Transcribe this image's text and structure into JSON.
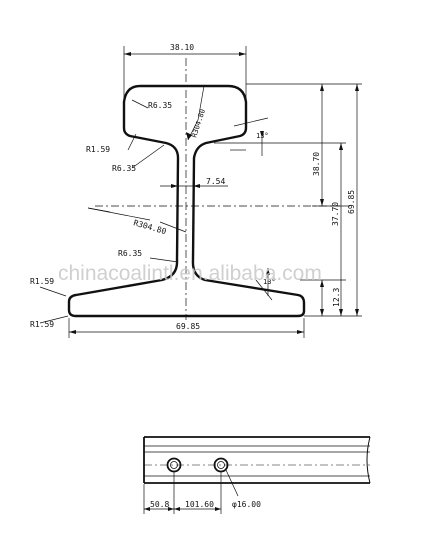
{
  "drawing": {
    "top_width": "38.10",
    "head_radius": "R6.35",
    "web_radius": "R304.80",
    "web_radius_lower": "R304.80",
    "head_angle": "13°",
    "r1_upper_left": "R1.59",
    "r2_upper_left": "R6.35",
    "web_thickness": "7.54",
    "head_height": "38.70",
    "center_height": "37.70",
    "total_height": "69.85",
    "base_fillet": "R6.35",
    "base_angle": "13°",
    "base_r_left_top": "R1.59",
    "base_r_left_bottom": "R1.59",
    "base_thickness": "12.3",
    "base_width": "69.85"
  },
  "side_view": {
    "hole_offset": "50.8",
    "hole_spacing": "101.60",
    "hole_diameter": "φ16.00"
  },
  "watermark": "chinacoalintl.en.alibaba.com",
  "colors": {
    "line": "#111111",
    "background": "#ffffff",
    "watermark": "#c8c8c8"
  }
}
